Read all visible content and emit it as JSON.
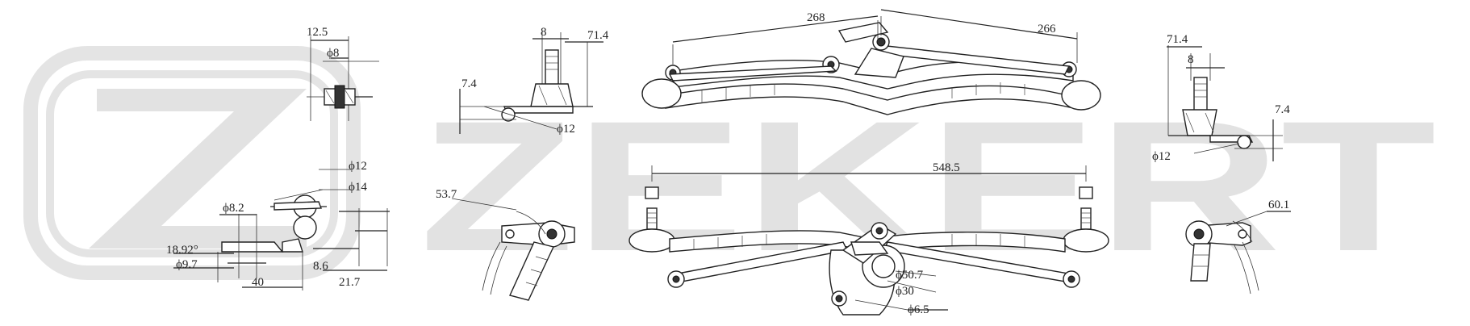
{
  "watermark": {
    "brand": "ZEKERT"
  },
  "dimensions": {
    "d_12_5": "12.5",
    "d_phi8": "ϕ8",
    "d_phi12_a": "ϕ12",
    "d_phi14": "ϕ14",
    "d_phi8_2": "ϕ8.2",
    "d_18_92": "18.92°",
    "d_phi9_7": "ϕ9.7",
    "d_8_6": "8.6",
    "d_40": "40",
    "d_21_7": "21.7",
    "d_8_a": "8",
    "d_71_4_a": "71.4",
    "d_7_4_a": "7.4",
    "d_phi12_b": "ϕ12",
    "d_53_7": "53.7",
    "d_268": "268",
    "d_266": "266",
    "d_548_5": "548.5",
    "d_phi50_7": "ϕ50.7",
    "d_phi30": "ϕ30",
    "d_phi6_5": "ϕ6.5",
    "d_71_4_b": "71.4",
    "d_8_b": "8",
    "d_7_4_b": "7.4",
    "d_phi12_c": "ϕ12",
    "d_60_1": "60.1"
  }
}
